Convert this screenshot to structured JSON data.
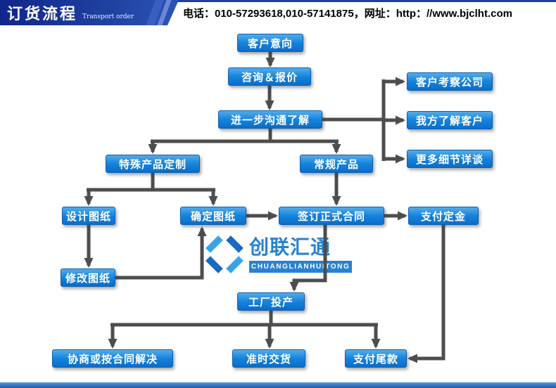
{
  "header": {
    "title": "订货流程",
    "subtitle": "Transport order",
    "contact": "电话：010-57293618,010-57141875，网址：http：//www.bjclht.com"
  },
  "logo": {
    "name": "创联汇通",
    "name_en": "CHUANGLIANHUITONG"
  },
  "colors": {
    "header_blue": "#1d3f9e",
    "node_blue_top": "#55abe9",
    "node_blue_bottom": "#0a6dca",
    "arrow_gray": "#4d4d4d",
    "logo_blue": "#1b7cd2"
  },
  "flowchart": {
    "nodes": {
      "intent": {
        "label": "客户意向"
      },
      "consult": {
        "label": "咨询＆报价"
      },
      "further": {
        "label": "进一步沟通了解"
      },
      "visit": {
        "label": "客户考察公司"
      },
      "know": {
        "label": "我方了解客户"
      },
      "details": {
        "label": "更多细节详谈"
      },
      "special": {
        "label": "特殊产品定制"
      },
      "regular": {
        "label": "常规产品"
      },
      "design": {
        "label": "设计图纸"
      },
      "confirm": {
        "label": "确定图纸"
      },
      "contract": {
        "label": "签订正式合同"
      },
      "deposit": {
        "label": "支付定金"
      },
      "modify": {
        "label": "修改图纸"
      },
      "produce": {
        "label": "工厂投产"
      },
      "negotiate": {
        "label": "协商或按合同解决"
      },
      "deliver": {
        "label": "准时交货"
      },
      "balance": {
        "label": "支付尾款"
      }
    },
    "edges": [
      {
        "from": "客户意向",
        "to": "咨询＆报价"
      },
      {
        "from": "咨询＆报价",
        "to": "进一步沟通了解"
      },
      {
        "from": "进一步沟通了解",
        "to": "客户考察公司"
      },
      {
        "from": "进一步沟通了解",
        "to": "我方了解客户"
      },
      {
        "from": "进一步沟通了解",
        "to": "更多细节详谈"
      },
      {
        "from": "进一步沟通了解",
        "to": "特殊产品定制"
      },
      {
        "from": "进一步沟通了解",
        "to": "常规产品"
      },
      {
        "from": "特殊产品定制",
        "to": "设计图纸"
      },
      {
        "from": "特殊产品定制",
        "to": "确定图纸"
      },
      {
        "from": "设计图纸",
        "to": "修改图纸"
      },
      {
        "from": "修改图纸",
        "to": "确定图纸"
      },
      {
        "from": "确定图纸",
        "to": "签订正式合同"
      },
      {
        "from": "常规产品",
        "to": "签订正式合同"
      },
      {
        "from": "签订正式合同",
        "to": "支付定金"
      },
      {
        "from": "签订正式合同",
        "to": "工厂投产"
      },
      {
        "from": "工厂投产",
        "to": "协商或按合同解决"
      },
      {
        "from": "工厂投产",
        "to": "准时交货"
      },
      {
        "from": "工厂投产",
        "to": "支付尾款"
      },
      {
        "from": "支付定金",
        "to": "支付尾款"
      }
    ]
  }
}
